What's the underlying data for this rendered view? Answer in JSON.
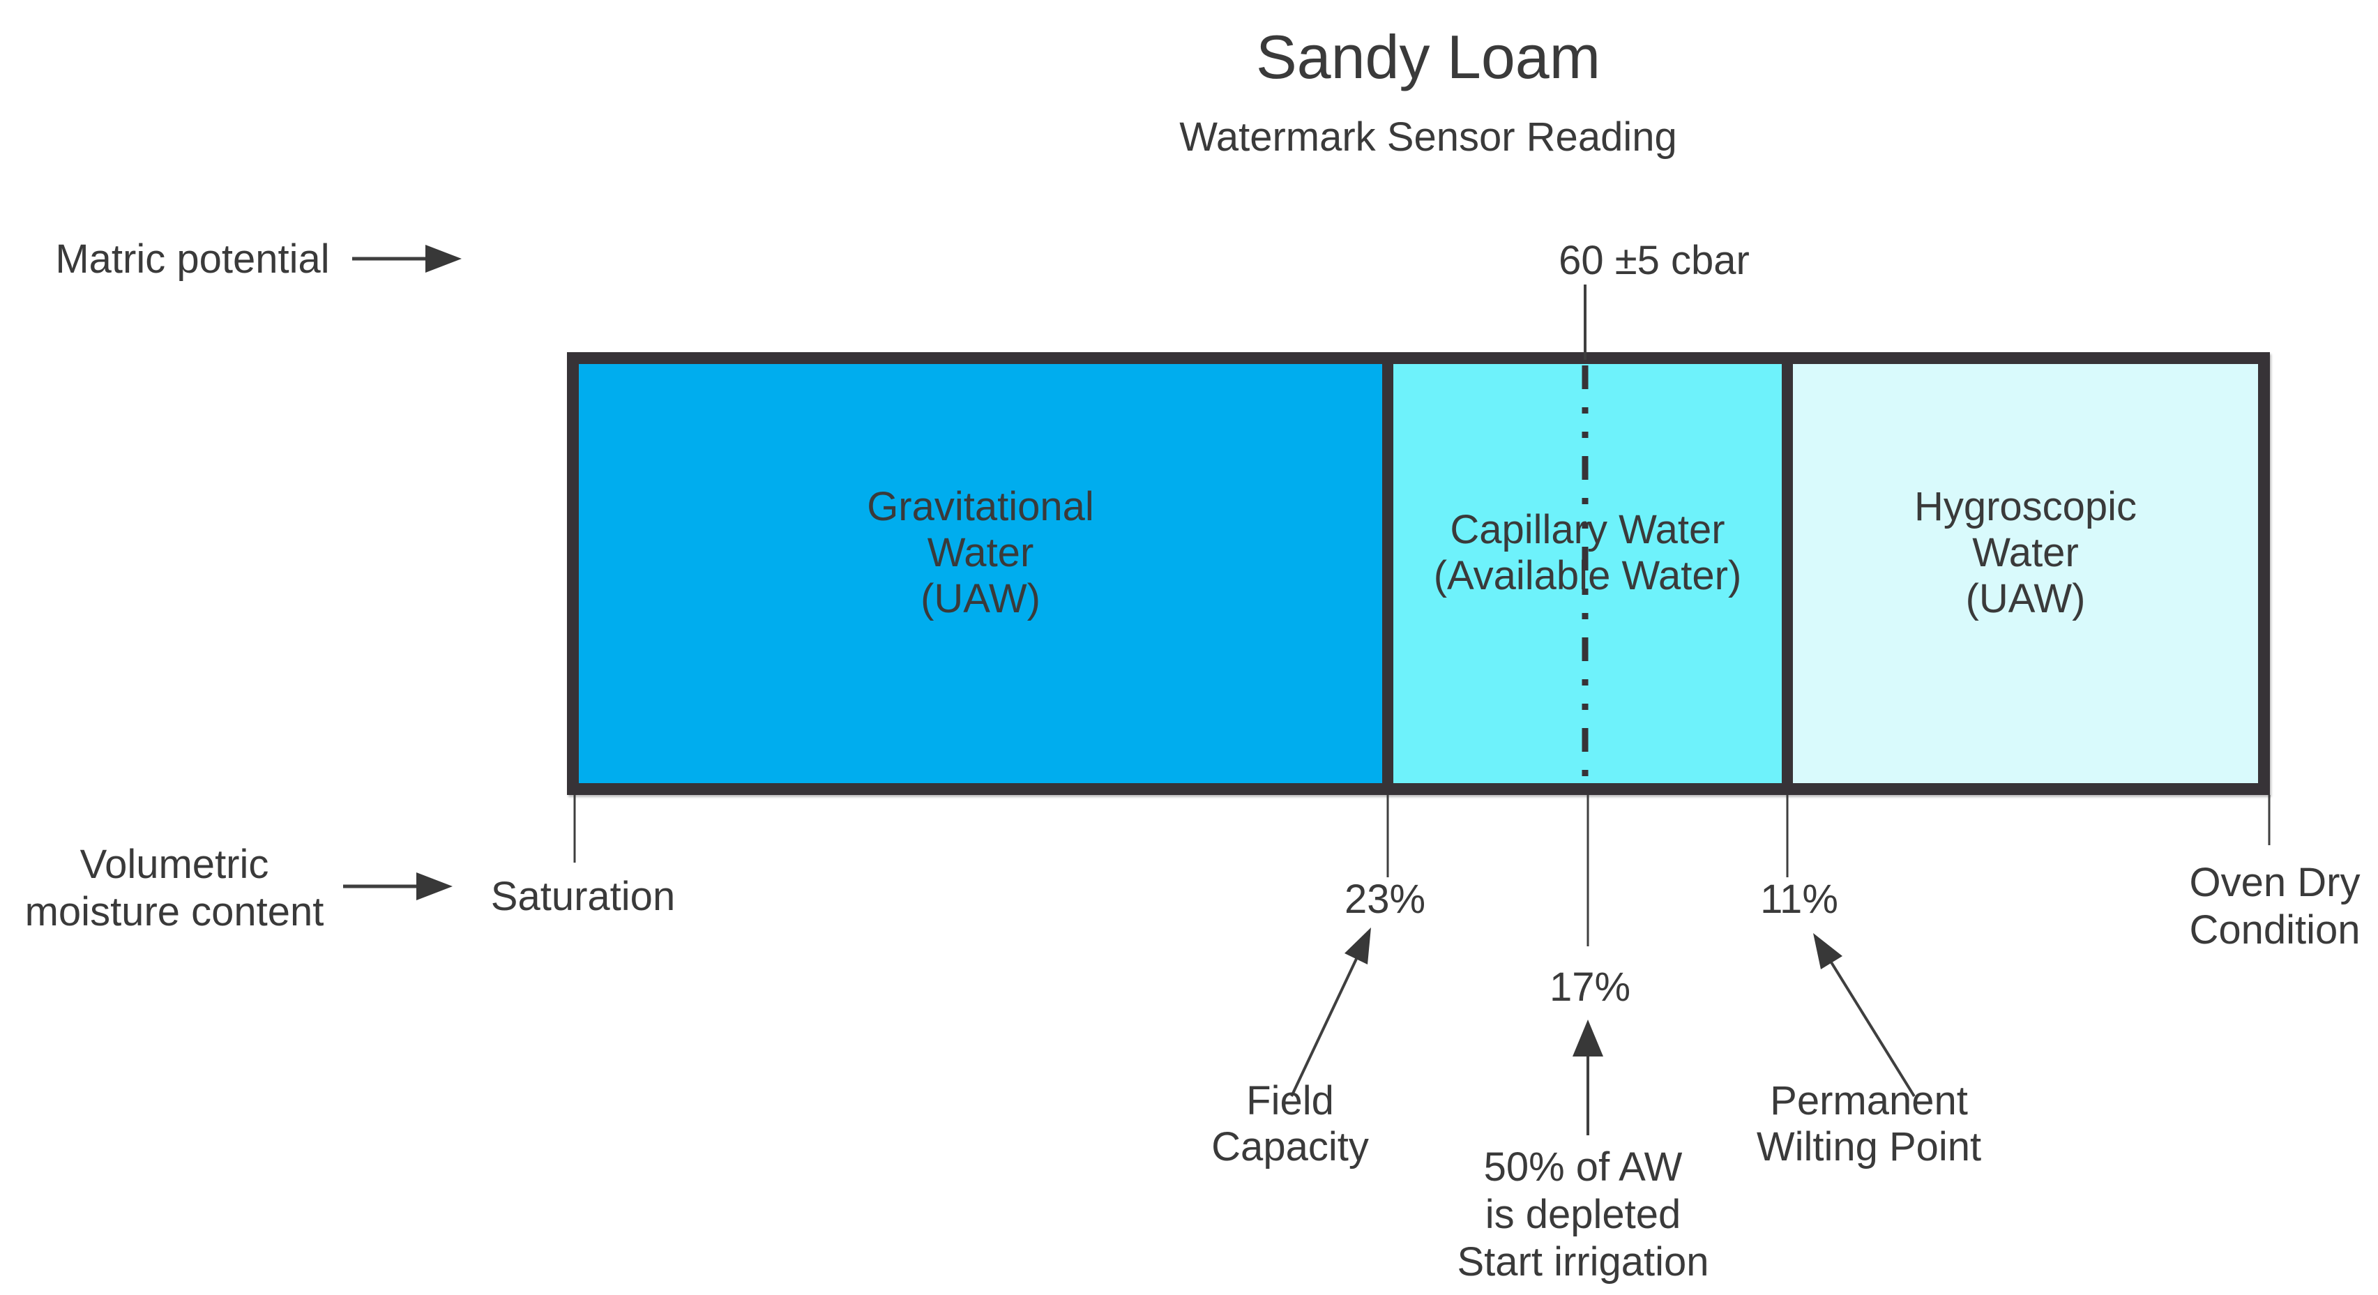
{
  "title": "Sandy Loam",
  "subtitle": "Watermark Sensor Reading",
  "matric_potential_label": "Matric potential",
  "volumetric_label_lines": [
    "Volumetric",
    "moisture content"
  ],
  "sensor_reading": "60 ±5 cbar",
  "segments": [
    {
      "label_lines": [
        "Gravitational",
        "Water",
        "(UAW)"
      ],
      "color": "#00ADEE"
    },
    {
      "label_lines": [
        "Capillary Water",
        "(Available Water)"
      ],
      "color": "#6EF2FB"
    },
    {
      "label_lines": [
        "Hygroscopic",
        "Water",
        "(UAW)"
      ],
      "color": "#D9FAFC"
    }
  ],
  "scale_labels": {
    "saturation": "Saturation",
    "field_capacity_value": "23%",
    "depletion_value": "17%",
    "wilting_value": "11%",
    "oven_dry_lines": [
      "Oven Dry",
      "Condition"
    ]
  },
  "callouts": {
    "field_capacity_lines": [
      "Field",
      "Capacity"
    ],
    "wilting_lines": [
      "Permanent",
      "Wilting Point"
    ],
    "depletion_lines": [
      "50% of AW",
      "is depleted",
      "Start irrigation"
    ]
  },
  "colors": {
    "box_border": "#373337",
    "text": "#3A3A3A",
    "line": "#3F3F3F",
    "arrow": "#383838",
    "background": "#FFFFFF"
  }
}
